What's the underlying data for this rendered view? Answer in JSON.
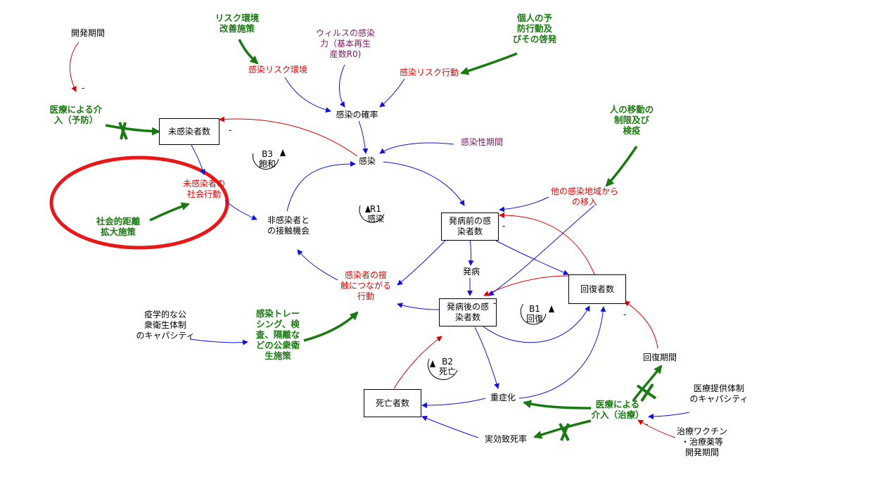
{
  "stocks": {
    "uninfected": "未感染者数",
    "presymptomatic": "発病前の感\n染者数",
    "symptomatic": "発病後の感\n染者数",
    "recovered": "回復者数",
    "deaths": "死亡者数"
  },
  "variables": {
    "dev_period": "開発期間",
    "virus_r0": "ウィルスの感染\n力（基本再生\n産数R0)",
    "infection_risk_env": "感染リスク環境",
    "infection_prob": "感染の確率",
    "infection_risk_behavior": "感染リスク行動",
    "infection": "感染",
    "infectious_period": "感染性期間",
    "social_behavior": "未感染者の\n社会行動",
    "contact_chance": "非感染者と\nの接触機会",
    "contact_behavior": "感染者の接\n触につながる\n行動",
    "import_other": "他の感染地域から\nの移入",
    "onset": "発病",
    "epi_capacity": "疫学的な公\n衆衛生体制\nのキャパシティ",
    "severe": "重症化",
    "effective_death_rate": "実効致死率",
    "recovery_period": "回復期間",
    "medical_capacity": "医療提供体制\nのキャパシティ",
    "treatment_dev": "治療ワクチン\n・治療薬等\n開発期間"
  },
  "policies": {
    "risk_env_improve": "リスク環境\n改善施策",
    "personal_prevention": "個人の予\n防行動及\nびその啓発",
    "medical_prevent": "医療による介\n入（予防）",
    "social_distance": "社会的距離\n拡大施策",
    "movement_restrict": "人の移動の\n制限及び\n検疫",
    "tracing": "感染トレー\nシング、検\n査、隔離な\nどの公衆衛\n生施策",
    "medical_treat": "医療による\n介入（治療）"
  },
  "loops": {
    "r1": "R1\n感染",
    "b1": "B1\n回復",
    "b2": "B2\n死亡",
    "b3": "B3\n飽和"
  },
  "signs": {
    "minus": "-"
  },
  "colors": {
    "positive_link": "#1010e0",
    "negative_link": "#e00000",
    "policy": "#1a7a12",
    "highlight_ring": "#e81818"
  }
}
